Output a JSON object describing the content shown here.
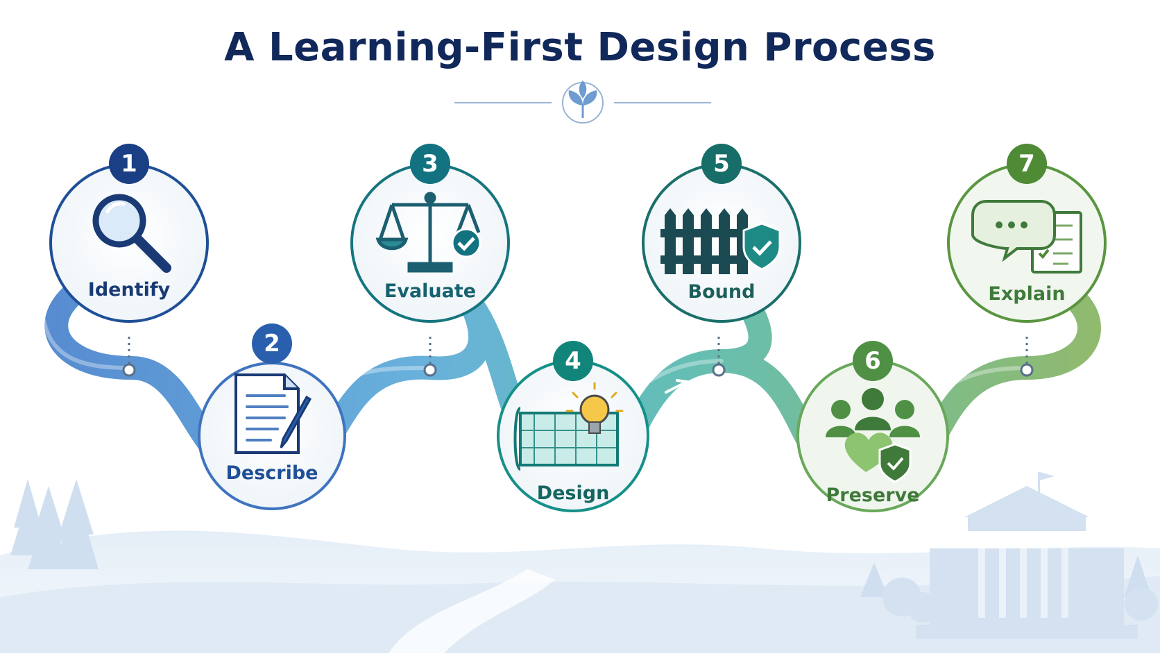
{
  "title": "A Learning-First Design Process",
  "steps": [
    {
      "number": "1",
      "label": "Identify",
      "icon": "magnifying-glass-icon",
      "color": "#1f4f97"
    },
    {
      "number": "2",
      "label": "Describe",
      "icon": "document-pencil-icon",
      "color": "#2b61ad"
    },
    {
      "number": "3",
      "label": "Evaluate",
      "icon": "balance-scale-check-icon",
      "color": "#16757f"
    },
    {
      "number": "4",
      "label": "Design",
      "icon": "blueprint-lightbulb-icon",
      "color": "#15837b"
    },
    {
      "number": "5",
      "label": "Bound",
      "icon": "fence-shield-icon",
      "color": "#1b6f6a"
    },
    {
      "number": "6",
      "label": "Preserve",
      "icon": "people-heart-shield-icon",
      "color": "#3f8a47"
    },
    {
      "number": "7",
      "label": "Explain",
      "icon": "speech-bubble-checklist-icon",
      "color": "#4e8a34"
    }
  ]
}
